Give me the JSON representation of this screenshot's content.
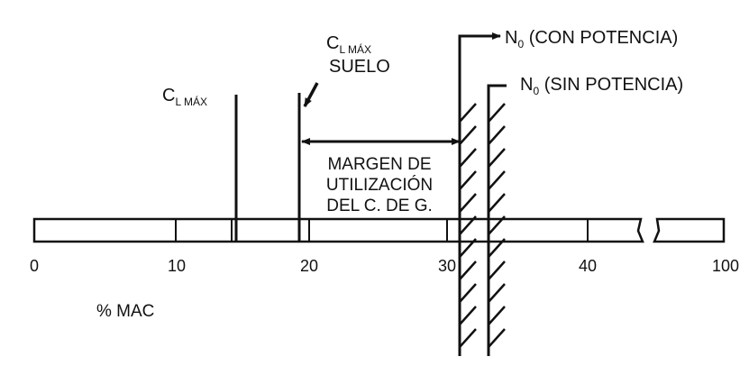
{
  "diagram": {
    "cl_max_main": "C",
    "cl_max_sub": "L MÁX",
    "cl_max_suelo_main": "C",
    "cl_max_suelo_sub": "L MÁX",
    "cl_max_suelo_line2": "SUELO",
    "n0_con_symbol": "N",
    "n0_con_sub": "0",
    "n0_con_text": " (CON POTENCIA)",
    "n0_sin_symbol": "N",
    "n0_sin_sub": "0",
    "n0_sin_text": " (SIN POTENCIA)",
    "margin_line1": "MARGEN DE",
    "margin_line2": "UTILIZACIÓN",
    "margin_line3": "DEL C. DE G.",
    "axis_unit": "% MAC",
    "ticks": [
      "0",
      "10",
      "20",
      "30",
      "40",
      "100"
    ]
  },
  "colors": {
    "ink": "#111111",
    "paper": "#ffffff"
  }
}
